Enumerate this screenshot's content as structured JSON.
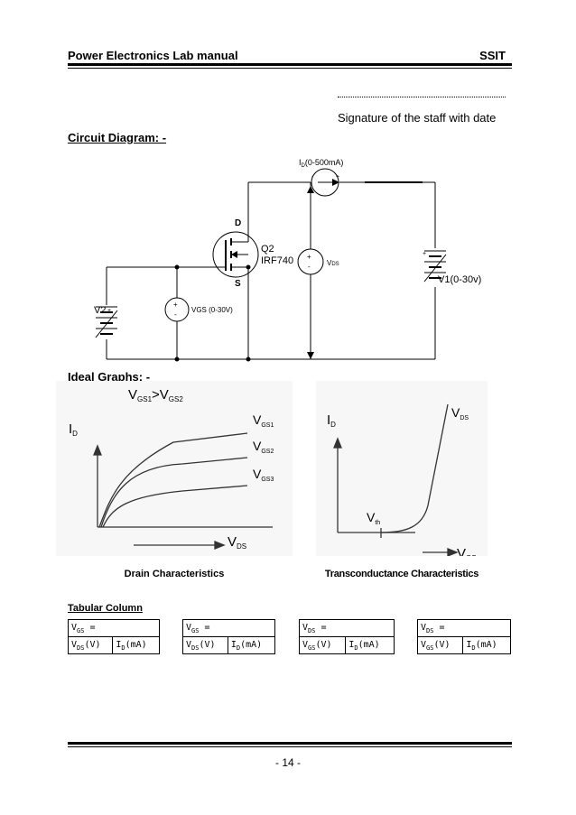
{
  "header": {
    "left": "Power Electronics Lab manual",
    "right": "SSIT"
  },
  "signature": {
    "label": "Signature of the staff with date"
  },
  "circuit": {
    "heading": "Circuit Diagram: -",
    "ammeter_label": "I",
    "ammeter_sub": "D",
    "ammeter_range": "(0-500mA)",
    "mosfet_d": "D",
    "mosfet_s": "S",
    "mosfet_name": "Q2",
    "mosfet_part": "IRF740",
    "vds_meter": "V",
    "vds_sub": "DS",
    "supply_v1": "V1(0-30v)",
    "supply_v2": "V2",
    "vgs_meter": "VGS (0-30V)",
    "plus": "+",
    "minus": "-"
  },
  "graphs": {
    "heading": "Ideal Graphs: -",
    "drain": {
      "title": "Drain Characteristics",
      "y_label": "I",
      "y_sub": "D",
      "x_label": "V",
      "x_sub": "DS",
      "relation": "V",
      "relation_sub1": "GS1",
      "relation_mid": ">V",
      "relation_sub2": "GS2",
      "curve_labels": [
        {
          "main": "V",
          "sub": "GS1"
        },
        {
          "main": "V",
          "sub": "GS2"
        },
        {
          "main": "V",
          "sub": "GS3"
        }
      ]
    },
    "trans": {
      "title": "Transconductance Characteristics",
      "y_label": "I",
      "y_sub": "D",
      "x_label": "V",
      "x_sub": "GS",
      "curve_label": "V",
      "curve_sub": "DS",
      "vth": "V",
      "vth_sub": "th"
    }
  },
  "tabular": {
    "heading": "Tabular Column",
    "tables": [
      {
        "top_main": "V",
        "top_sub": "GS",
        "top_rest": " =",
        "c1_main": "V",
        "c1_sub": "DS",
        "c1_rest": "(V)",
        "c2_main": "I",
        "c2_sub": "D",
        "c2_rest": "(mA)"
      },
      {
        "top_main": "V",
        "top_sub": "GS",
        "top_rest": " =",
        "c1_main": "V",
        "c1_sub": "DS",
        "c1_rest": "(V)",
        "c2_main": "I",
        "c2_sub": "D",
        "c2_rest": "(mA)"
      },
      {
        "top_main": "V",
        "top_sub": "DS",
        "top_rest": " =",
        "c1_main": "V",
        "c1_sub": "GS",
        "c1_rest": "(V)",
        "c2_main": "I",
        "c2_sub": "D",
        "c2_rest": "(mA)"
      },
      {
        "top_main": "V",
        "top_sub": "DS",
        "top_rest": " =",
        "c1_main": "V",
        "c1_sub": "GS",
        "c1_rest": "(V)",
        "c2_main": "I",
        "c2_sub": "D",
        "c2_rest": "(mA)"
      }
    ]
  },
  "footer": {
    "page": "- 14 -"
  }
}
